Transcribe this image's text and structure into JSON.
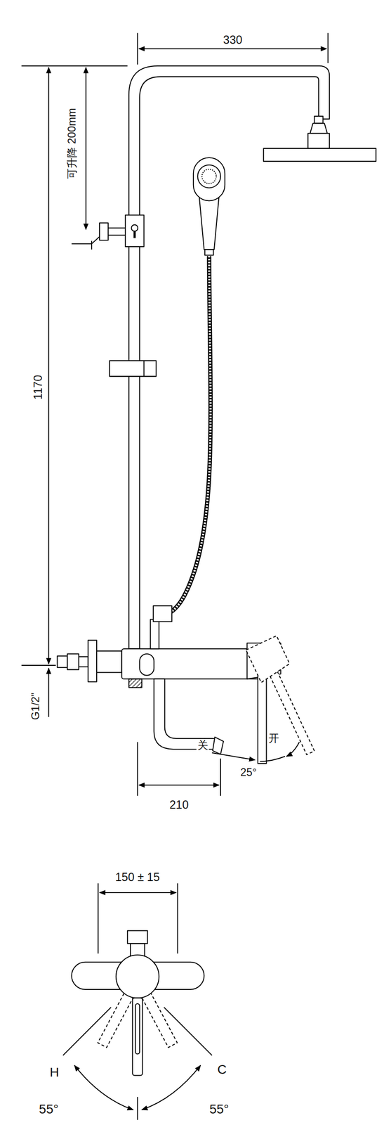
{
  "diagram": {
    "labels": [
      "330",
      "可升降 200mm",
      "1170",
      "G1/2\"",
      "关",
      "开",
      "25°",
      "210",
      "150 ± 15",
      "H",
      "C",
      "55°",
      "55°"
    ]
  }
}
